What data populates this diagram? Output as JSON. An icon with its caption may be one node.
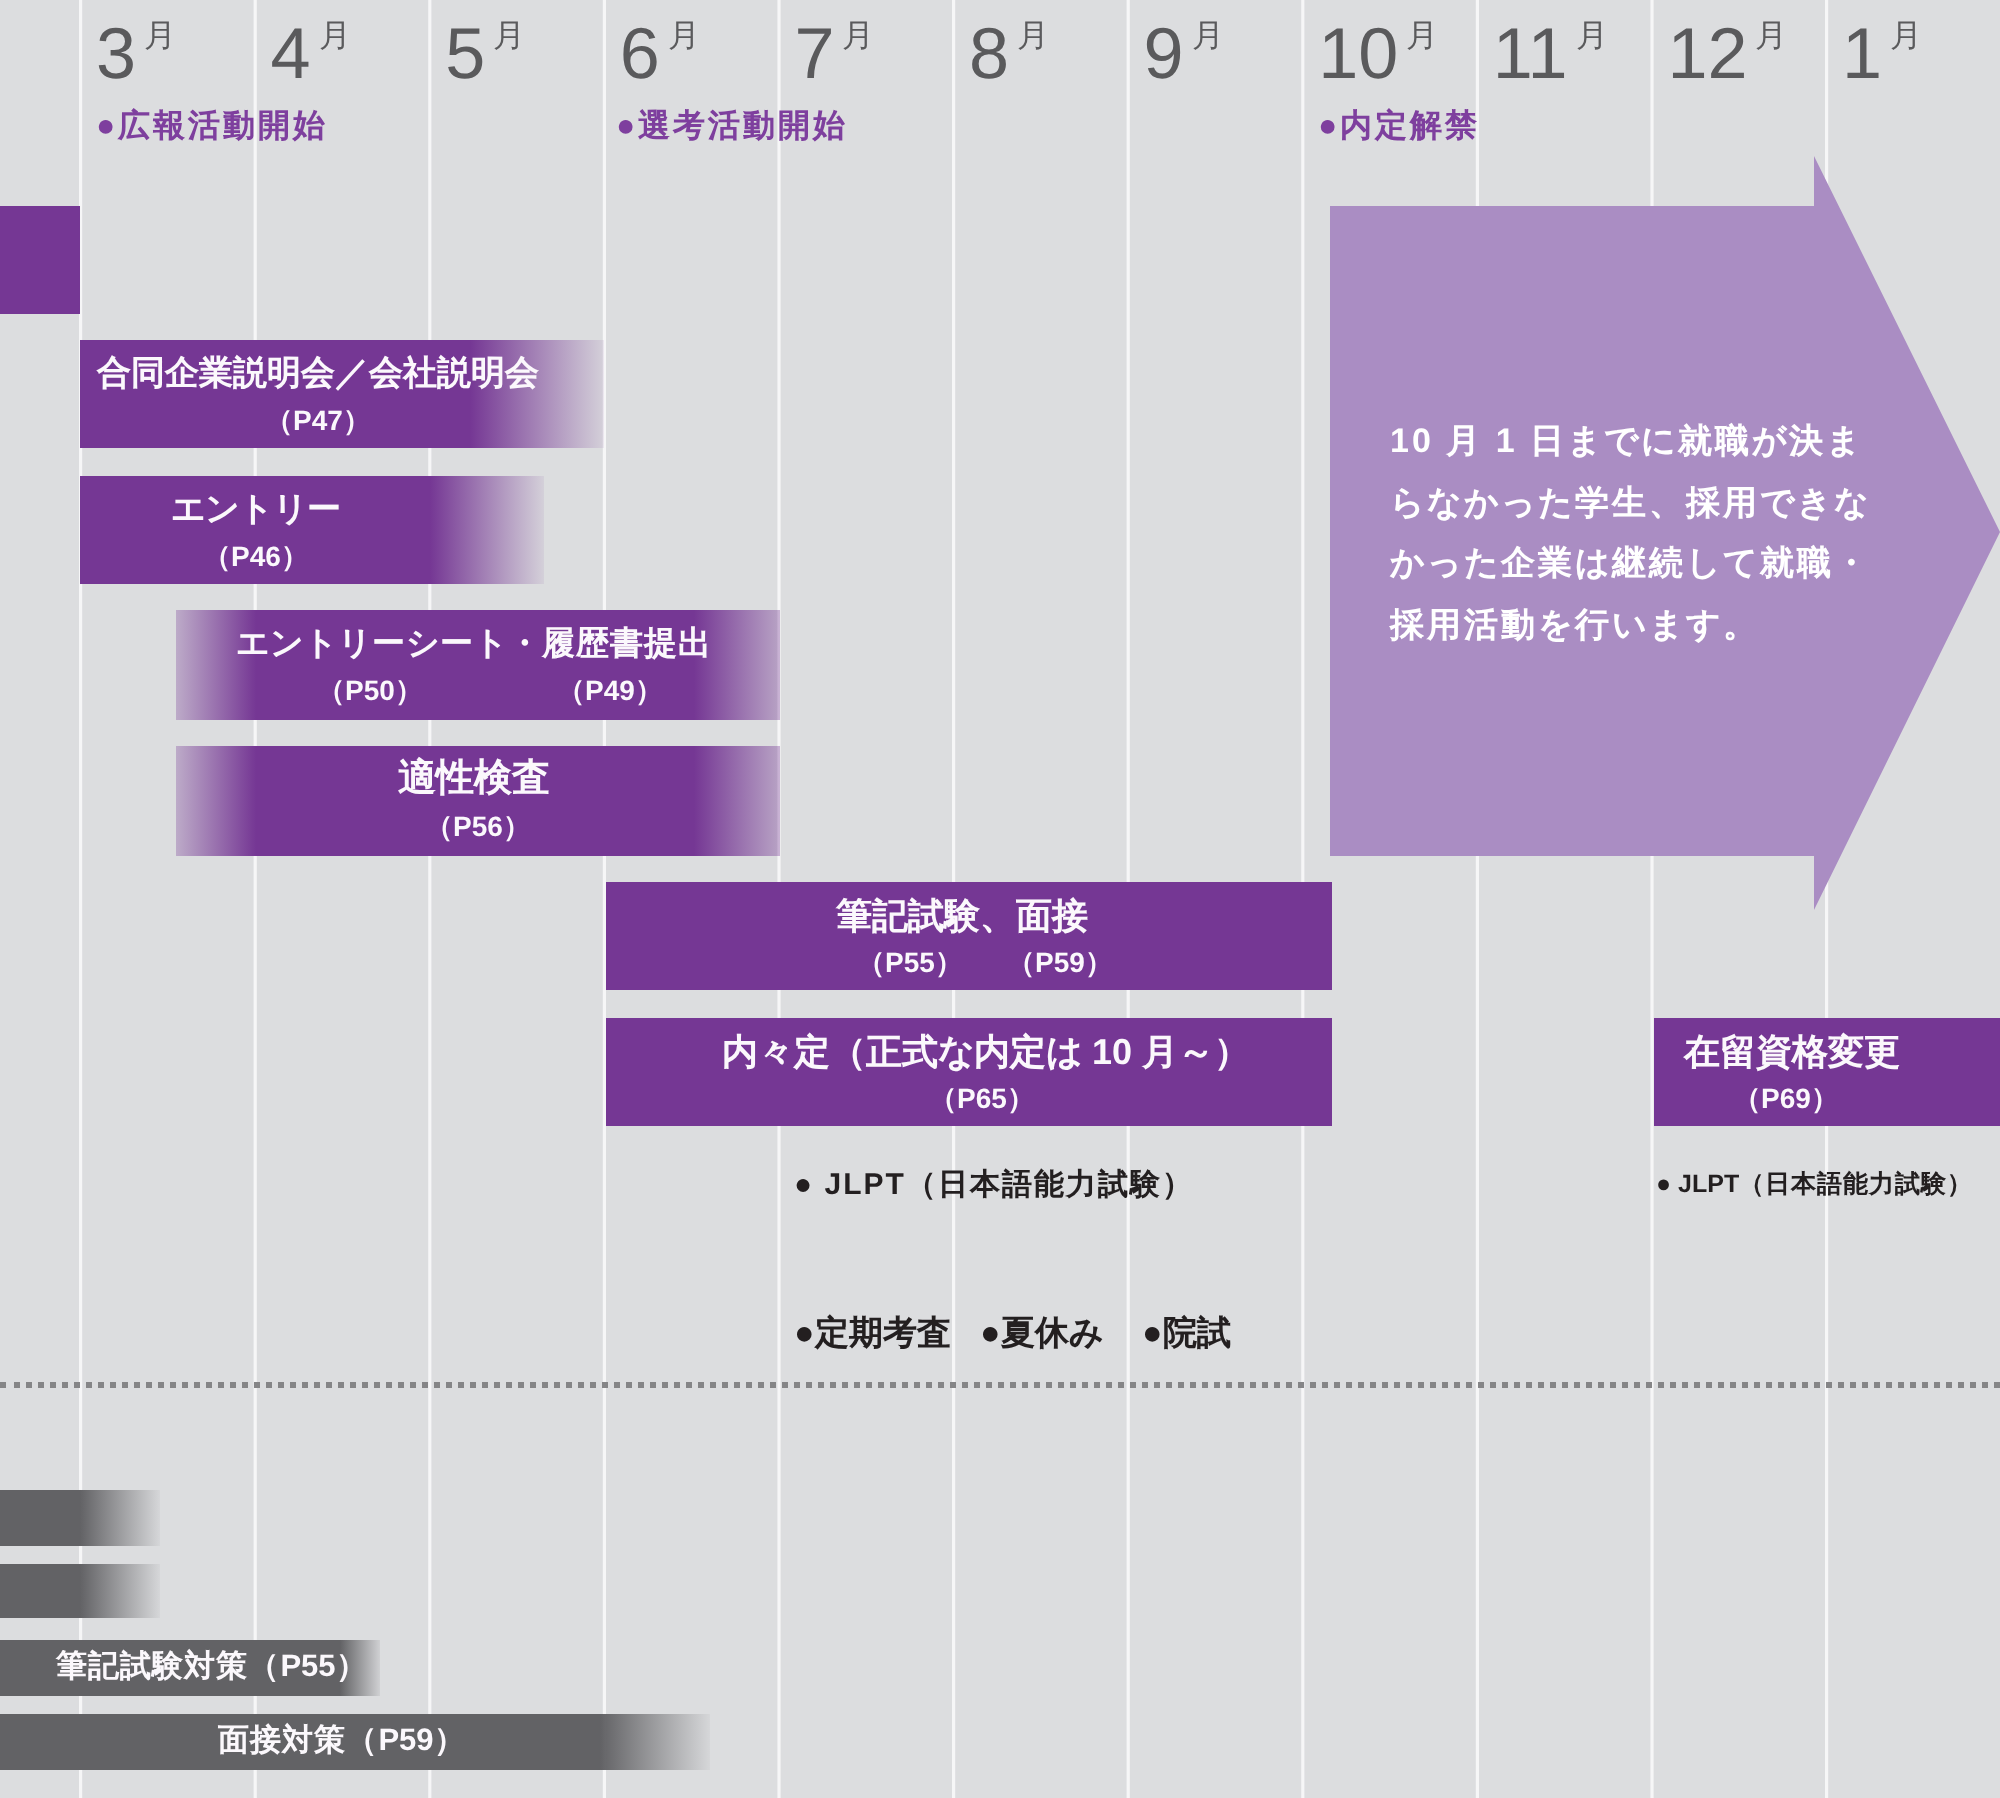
{
  "diagram": {
    "nodes": [
      {
        "text": [],
        "shape": "bar"
      },
      {
        "text": [
          "合同企業説明会／会社説明会",
          "（P47）"
        ]
      },
      {
        "text": [
          "エントリー",
          "（P46）"
        ]
      },
      {
        "text": [
          "エントリーシート・履歴書提出",
          "（P50）",
          "（P49）"
        ]
      },
      {
        "text": [
          "適性検査",
          "（P56）"
        ]
      },
      {
        "text": [
          "筆記試験、面接",
          "（P55）",
          "（P59）"
        ]
      },
      {
        "text": [
          "内々定（正式な内定は 10 月～）",
          "（P65）"
        ]
      },
      {
        "text": [
          "10 月 1 日までに就職が決まらなかった学生、採用できなかった企業は継続して就職・採用活動を行います。"
        ]
      },
      {
        "text": [
          "在留資格変更",
          "（P69）"
        ]
      },
      {
        "text": [],
        "shape": "bar"
      },
      {
        "text": [],
        "shape": "bar"
      },
      {
        "text": [
          "筆記試験対策（P55）"
        ]
      },
      {
        "text": [
          "面接対策（P59）"
        ]
      }
    ],
    "labels": [
      "3$^{月}$",
      "4$^{月}$",
      "5$^{月}$",
      "6$^{月}$",
      "7$^{月}$",
      "8$^{月}$",
      "9$^{月}$",
      "10$^{月}$",
      "11$^{月}$",
      "12$^{月}$",
      "1$^{月}$",
      "●広報活動開始",
      "●選考活動開始",
      "●内定解禁",
      "● JLPT（日本語能力試験）",
      "● JLPT（日本語能力試験）",
      "●定期考査",
      "●夏休み",
      "●院試"
    ]
  }
}
